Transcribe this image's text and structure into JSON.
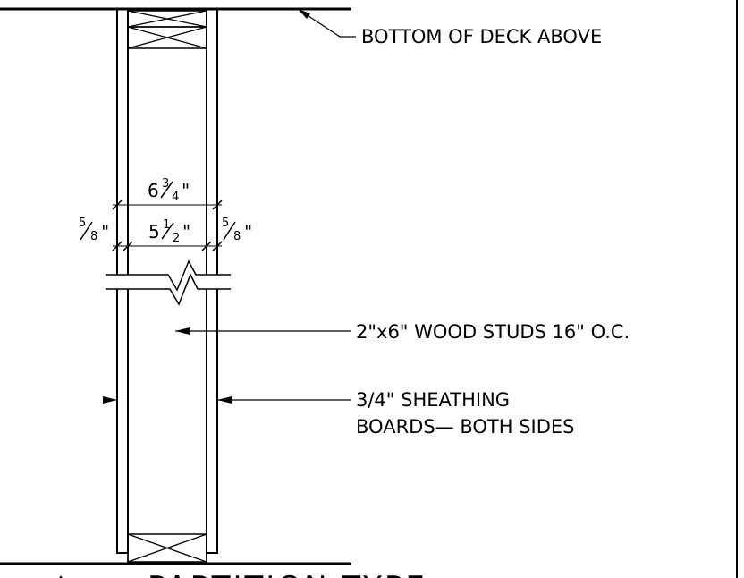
{
  "notes": {
    "deck": "BOTTOM OF DECK ABOVE",
    "studs": "2\"x6\" WOOD STUDS 16\" O.C.",
    "sheathing_line1": "3/4\" SHEATHING",
    "sheathing_line2": "BOARDS— BOTH SIDES"
  },
  "dimensions": {
    "overall": {
      "whole": "6",
      "num": "3",
      "den": "4",
      "unit": "\""
    },
    "stud": {
      "whole": "5",
      "num": "1",
      "den": "2",
      "unit": "\""
    },
    "sheath_left": {
      "num": "5",
      "den": "8",
      "unit": "\""
    },
    "sheath_right": {
      "num": "5",
      "den": "8",
      "unit": "\""
    }
  },
  "title": {
    "text": "PARTITION TYPE"
  },
  "colors": {
    "line": "#000000",
    "background": "#ffffff"
  }
}
